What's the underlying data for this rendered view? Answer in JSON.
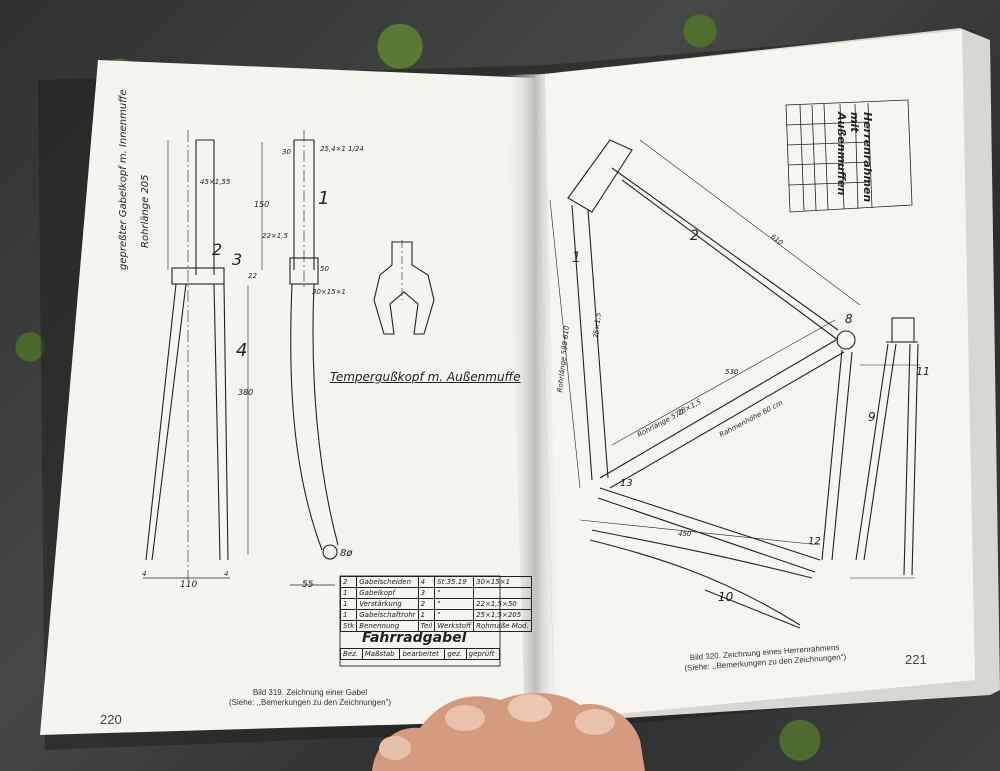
{
  "left_page": {
    "page_number": "220",
    "caption_line1": "Bild 319. Zeichnung einer Gabel",
    "caption_line2": "(Siehe: ,,Bemerkungen zu den Zeichnungen\")",
    "drawing_labels": {
      "rohrlaenge": "Rohrlänge 205",
      "gepresster": "gepreßter Gabelkopf m. Innenmuffe",
      "tempergusskopf": "Tempergußkopf m. Außenmuffe",
      "n1": "1",
      "n2": "2",
      "n3": "3",
      "n4": "4",
      "dim_150": "150",
      "dim_380": "380",
      "dim_110": "110",
      "dim_55": "55",
      "dim_30": "30",
      "dim_22": "22",
      "dim_50": "50",
      "dim_8": "8ø",
      "dim_4a": "4",
      "dim_4b": "4",
      "dim_25": "25,4×1 1/24",
      "dim_30x": "30×15×1",
      "dim_22x": "22×1,5",
      "dim_45": "45×1,55"
    },
    "parts_table": {
      "rows": [
        [
          "2",
          "Gabelscheiden",
          "4",
          "St.35.19",
          "30×15×1"
        ],
        [
          "1",
          "Gabelkopf",
          "3",
          "\"",
          ""
        ],
        [
          "1",
          "Verstärkung",
          "2",
          "\"",
          "22×1,5×50"
        ],
        [
          "1",
          "Gabelschaftrohr",
          "1",
          "\"",
          "25×1,5×205"
        ],
        [
          "Stk",
          "Benennung",
          "Teil",
          "Werkstoff",
          "Rohmaße Mod."
        ]
      ],
      "title": "Fahrradgabel",
      "footer": [
        "Bez.",
        "Maßstab",
        "bearbeitet",
        "gez.",
        "geprüft"
      ]
    }
  },
  "right_page": {
    "page_number": "221",
    "caption_line1": "Bild 320. Zeichnung eines Herrenrahmens",
    "caption_line2": "(Siehe: ,,Bemerkungen zu den Zeichnungen\")",
    "title_block": "Herrenrahmen mit Außenmuffen",
    "drawing_labels": {
      "n1": "1",
      "n2": "2",
      "n8": "8",
      "n9": "9",
      "n10": "10",
      "n11": "11",
      "n12": "12",
      "n13": "13",
      "rohrlaenge_598": "Rohrlänge 598 610",
      "rohrlaenge_570": "Rohrlänge 570",
      "rahmenhoehe": "Rahmenhöhe 60 cm",
      "dim_530": "530",
      "dim_450": "450",
      "dim_610": "610",
      "dim_25": "25×1,5",
      "dim_28": "28×1,5"
    }
  },
  "colors": {
    "paper": "#f4f3ee",
    "ink": "#222222",
    "background": "#3a3d3a",
    "skin": "#d9a48a"
  }
}
